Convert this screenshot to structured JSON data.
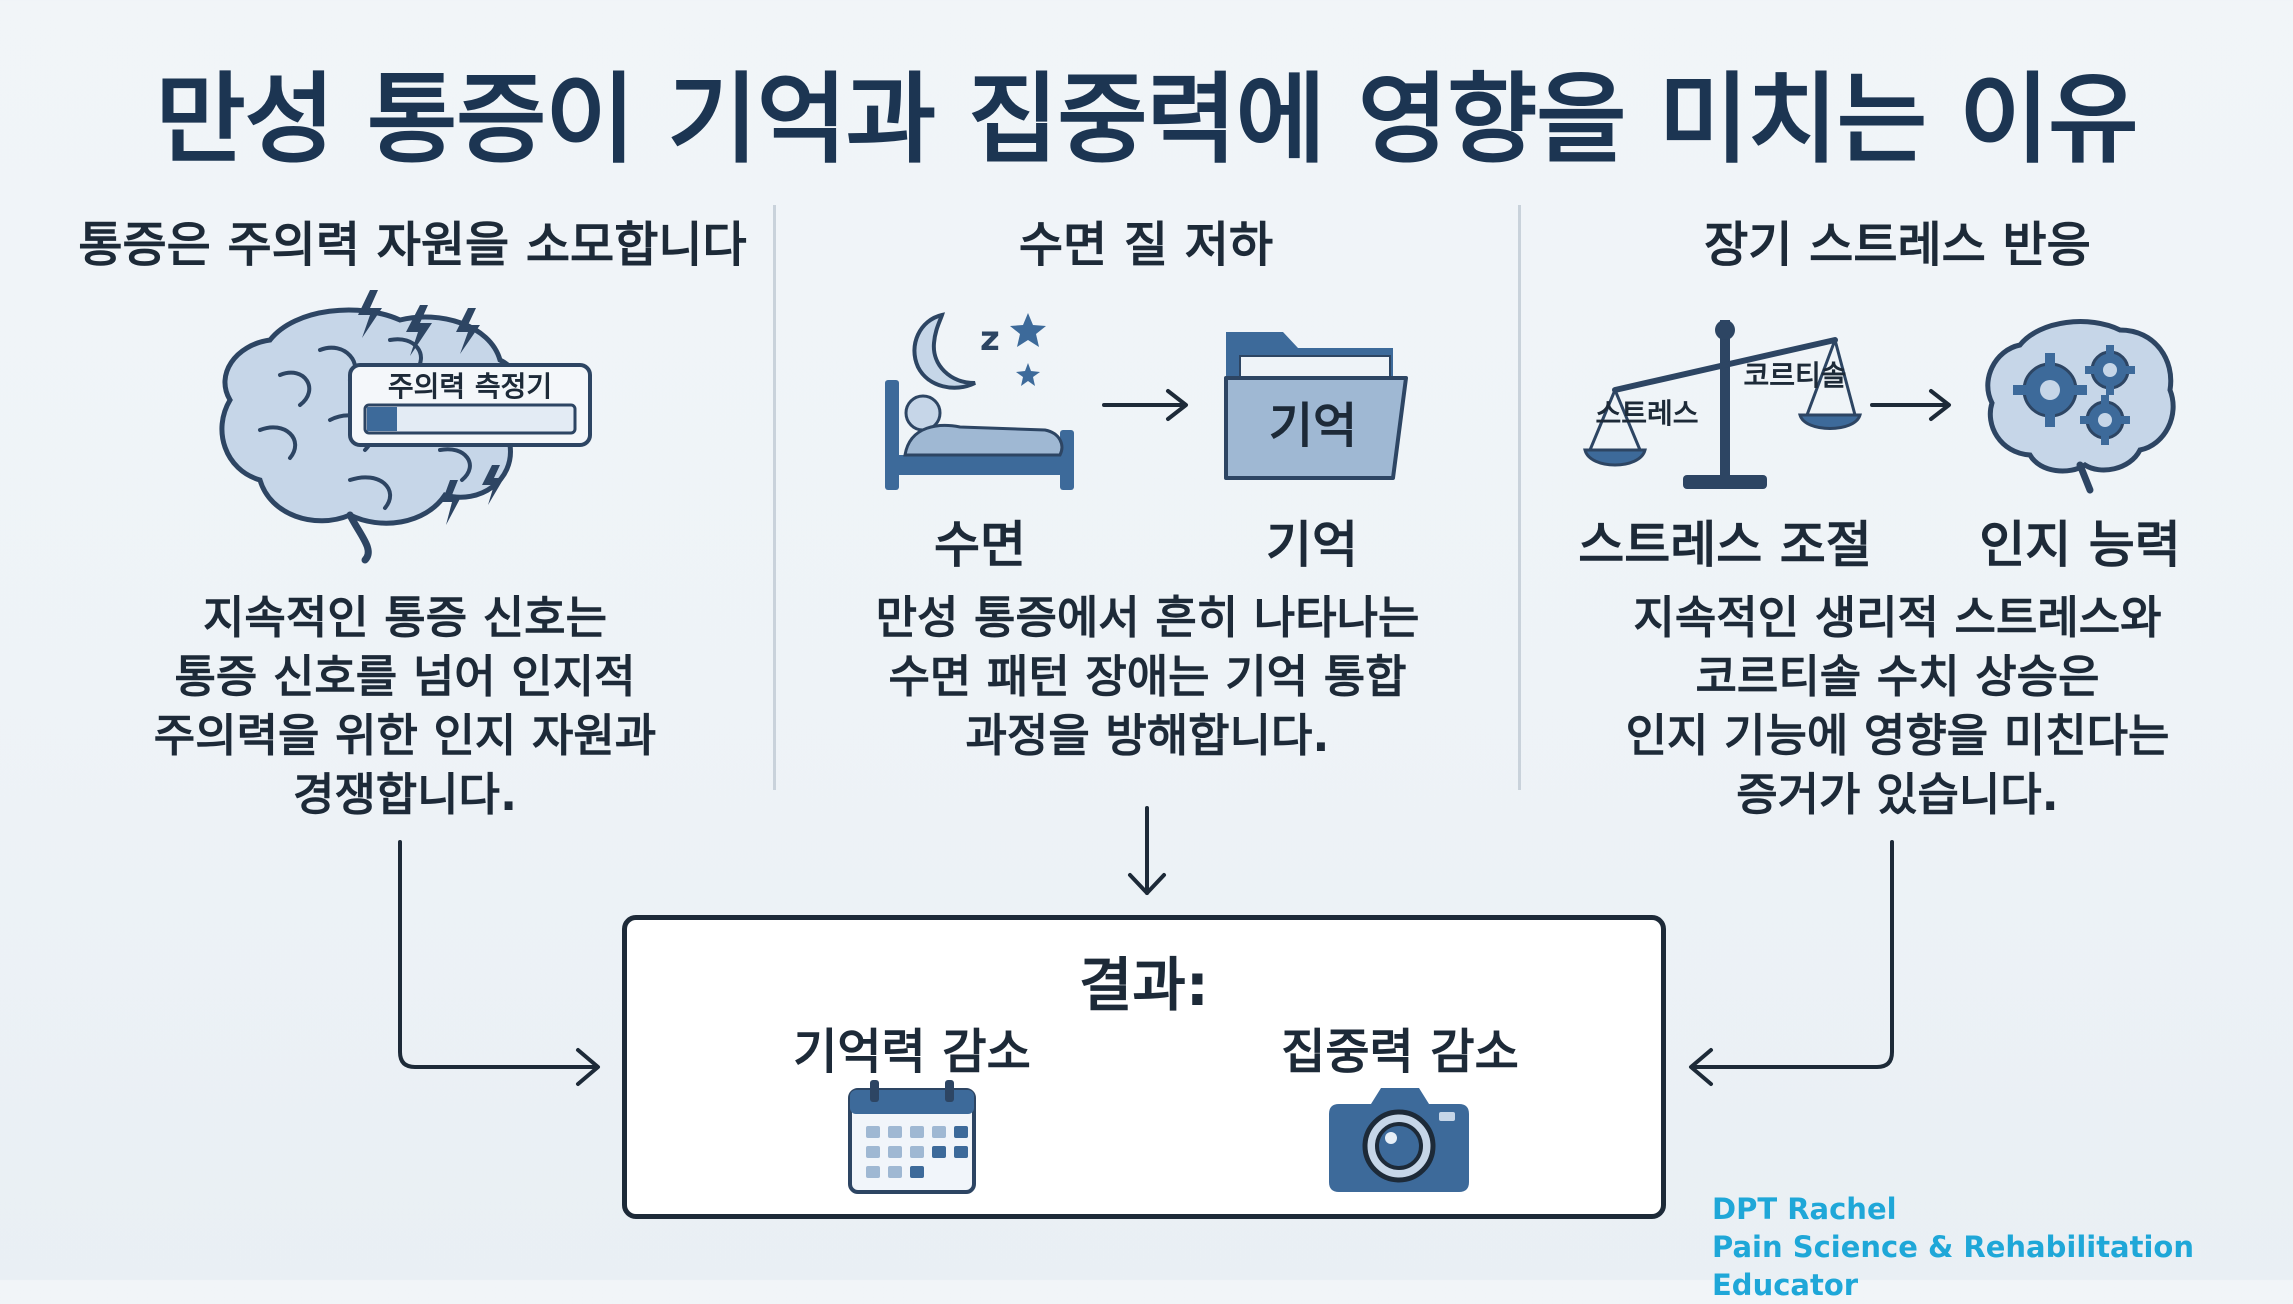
{
  "title": "만성 통증이 기억과 집중력에 영향을 미치는 이유",
  "columns": [
    {
      "heading": "통증은 주의력 자원을 소모합니다",
      "gauge_label": "주의력 측정기",
      "body": [
        "지속적인 통증 신호는",
        "통증 신호를 넘어 인지적",
        "주의력을 위한 인지 자원과",
        "경쟁합니다."
      ]
    },
    {
      "heading": "수면 질 저하",
      "sleep_z": "z",
      "folder_label": "기억",
      "left_label": "수면",
      "right_label": "기억",
      "body": [
        "만성 통증에서 흔히 나타나는",
        "수면 패턴 장애는 기억 통합",
        "과정을 방해합니다."
      ]
    },
    {
      "heading": "장기 스트레스 반응",
      "scale_left": "스트레스",
      "scale_right": "코르티솔",
      "left_label": "스트레스 조절",
      "right_label": "인지 능력",
      "body": [
        "지속적인 생리적 스트레스와",
        "코르티솔 수치 상승은",
        "인지 기능에 영향을 미친다는",
        "증거가 있습니다."
      ]
    }
  ],
  "result": {
    "title": "결과:",
    "items": [
      "기억력 감소",
      "집중력 감소"
    ]
  },
  "credit": {
    "name": "DPT Rachel",
    "role": "Pain Science & Rehabilitation Educator"
  },
  "colors": {
    "accent_dark": "#1c3552",
    "icon_blue": "#3d6a9a",
    "icon_light": "#c6d6e8",
    "credit": "#1fa7d8"
  }
}
